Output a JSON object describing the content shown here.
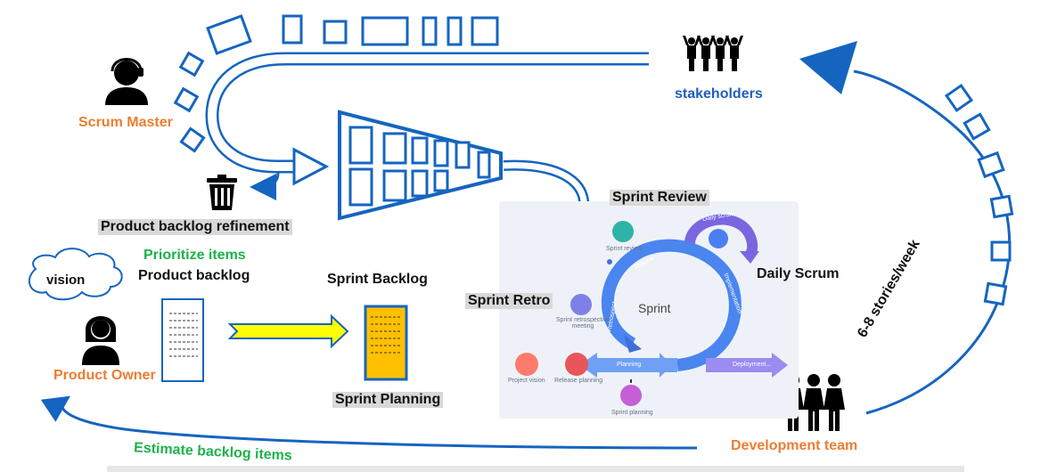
{
  "labels": {
    "scrum_master": "Scrum Master",
    "stakeholders": "stakeholders",
    "product_backlog_refinement": "Product backlog refinement",
    "prioritize_items": "Prioritize items",
    "product_backlog": "Product backlog",
    "vision": "vision",
    "product_owner": "Product Owner",
    "sprint_backlog": "Sprint Backlog",
    "sprint_planning": "Sprint Planning",
    "sprint_review": "Sprint Review",
    "sprint_retro": "Sprint Retro",
    "daily_scrum": "Daily Scrum",
    "development_team": "Development team",
    "estimate_backlog_items": "Estimate backlog items",
    "stories_per_week": "6-8 stories/week"
  },
  "sprint_cycle": {
    "center": "Sprint",
    "review": "Review",
    "implementation": "Implementation",
    "retrospect": "Retrospect",
    "planning": "Planning",
    "deployment": "Deployment...",
    "daily_scrum": "Daily scrum",
    "sprint_review": "Sprint review",
    "sprint_retrospective_meeting": "Sprint retrospective meeting",
    "project_vision": "Project vision",
    "release_planning": "Release planning",
    "sprint_planning": "Sprint planning"
  },
  "colors": {
    "arrow_blue": "#1565C0",
    "orange": "#ED7D31",
    "stakeholder_blue": "#1F5FBF",
    "green": "#1DB24B",
    "sprint_board": "#FFC000",
    "planning_arrow": "#FFFF00"
  },
  "icons": [
    "headset-person-icon",
    "trash-icon",
    "cloud-icon",
    "woman-person-icon",
    "crowd-icon",
    "team-icon",
    "document-icon",
    "funnel-icon"
  ]
}
